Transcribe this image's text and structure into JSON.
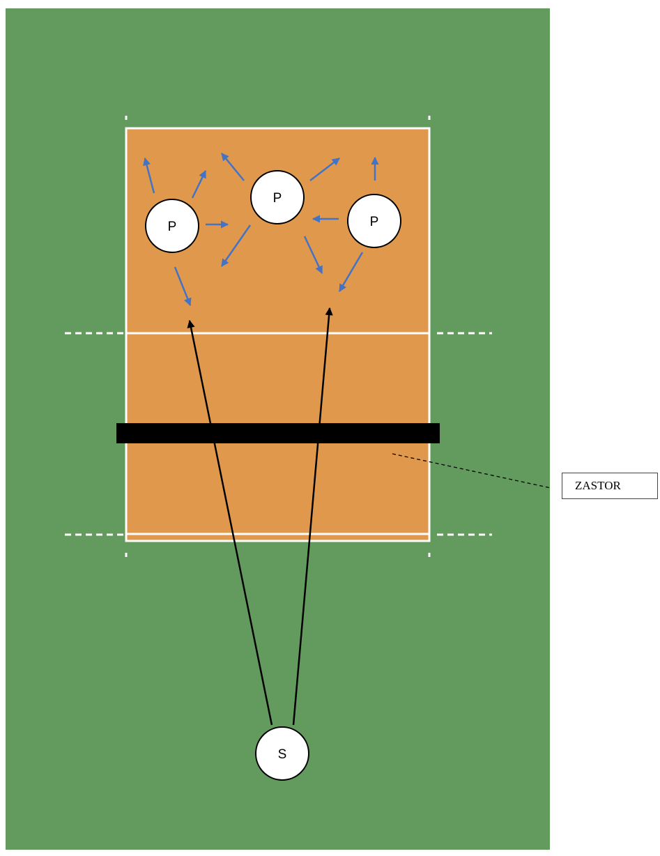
{
  "colors": {
    "field": "#639a5e",
    "court": "#e0994c",
    "lines": "#ffffff",
    "net": "#000000",
    "move_arrows": "#4472c4",
    "ball_path": "#000000"
  },
  "players": [
    {
      "label": "P"
    },
    {
      "label": "P"
    },
    {
      "label": "P"
    }
  ],
  "server": {
    "label": "S"
  },
  "callout": {
    "label": "ZASTOR"
  }
}
